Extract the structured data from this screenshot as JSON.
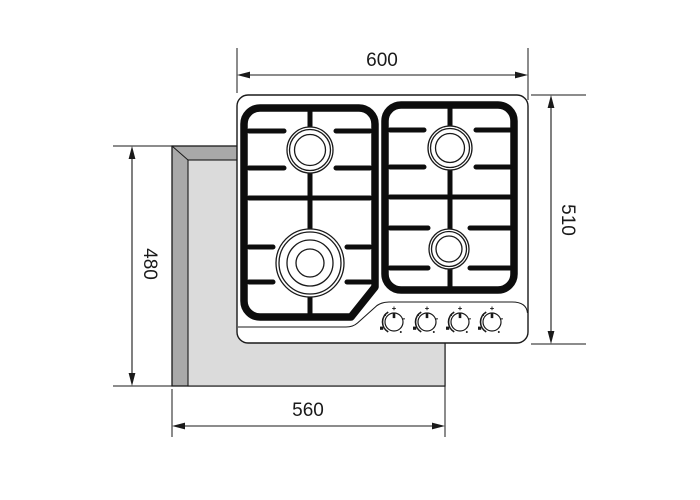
{
  "diagram": {
    "description": "Top-view installation drawing of a 4-burner gas hob with countertop cutout",
    "dimensions": {
      "hob_width": "600",
      "hob_depth": "510",
      "cutout_width": "560",
      "cutout_depth": "480"
    },
    "colors": {
      "line": "#1a1a1a",
      "cutout_edge": "#a9a9a9",
      "cutout_surface": "#dbdbdb",
      "hob_surface": "#ffffff"
    },
    "burners": {
      "count": 4
    },
    "knobs": {
      "count": 4
    }
  }
}
